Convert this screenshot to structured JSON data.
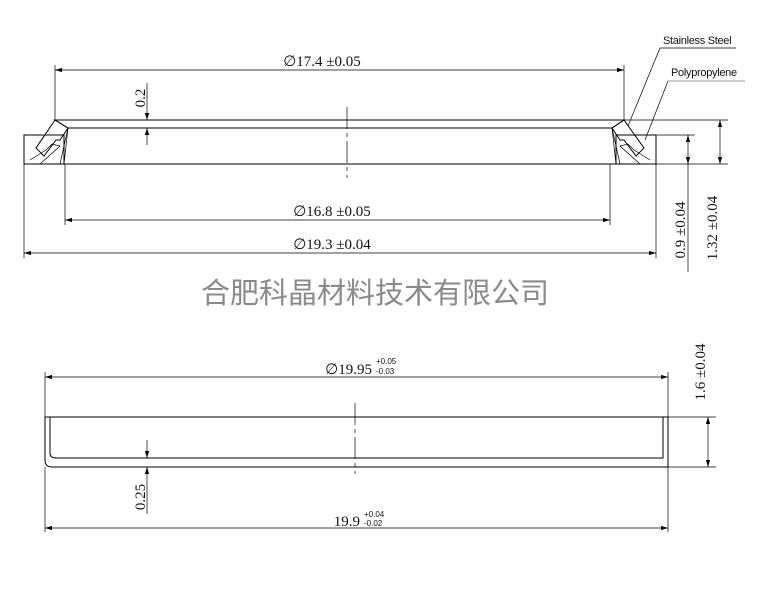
{
  "company": "合肥科晶材料技术有限公司",
  "top_view": {
    "materials": {
      "outer": "Stainless Steel",
      "inner": "Polypropylene"
    },
    "dims": {
      "d_17_4": "∅17.4 ±0.05",
      "d_16_8": "∅16.8 ±0.05",
      "d_19_3": "∅19.3 ±0.04",
      "thickness": "0.2",
      "h_0_9": "0.9 ±0.04",
      "h_1_32": "1.32 ±0.04"
    }
  },
  "bottom_view": {
    "dims": {
      "d_19_95": "∅19.95",
      "d_19_95_tol_upper": "+0.05",
      "d_19_95_tol_lower": "-0.03",
      "d_19_9": "19.9",
      "d_19_9_tol_upper": "+0.04",
      "d_19_9_tol_lower": "-0.02",
      "thickness": "0.25",
      "height": "1.6 ±0.04"
    }
  }
}
